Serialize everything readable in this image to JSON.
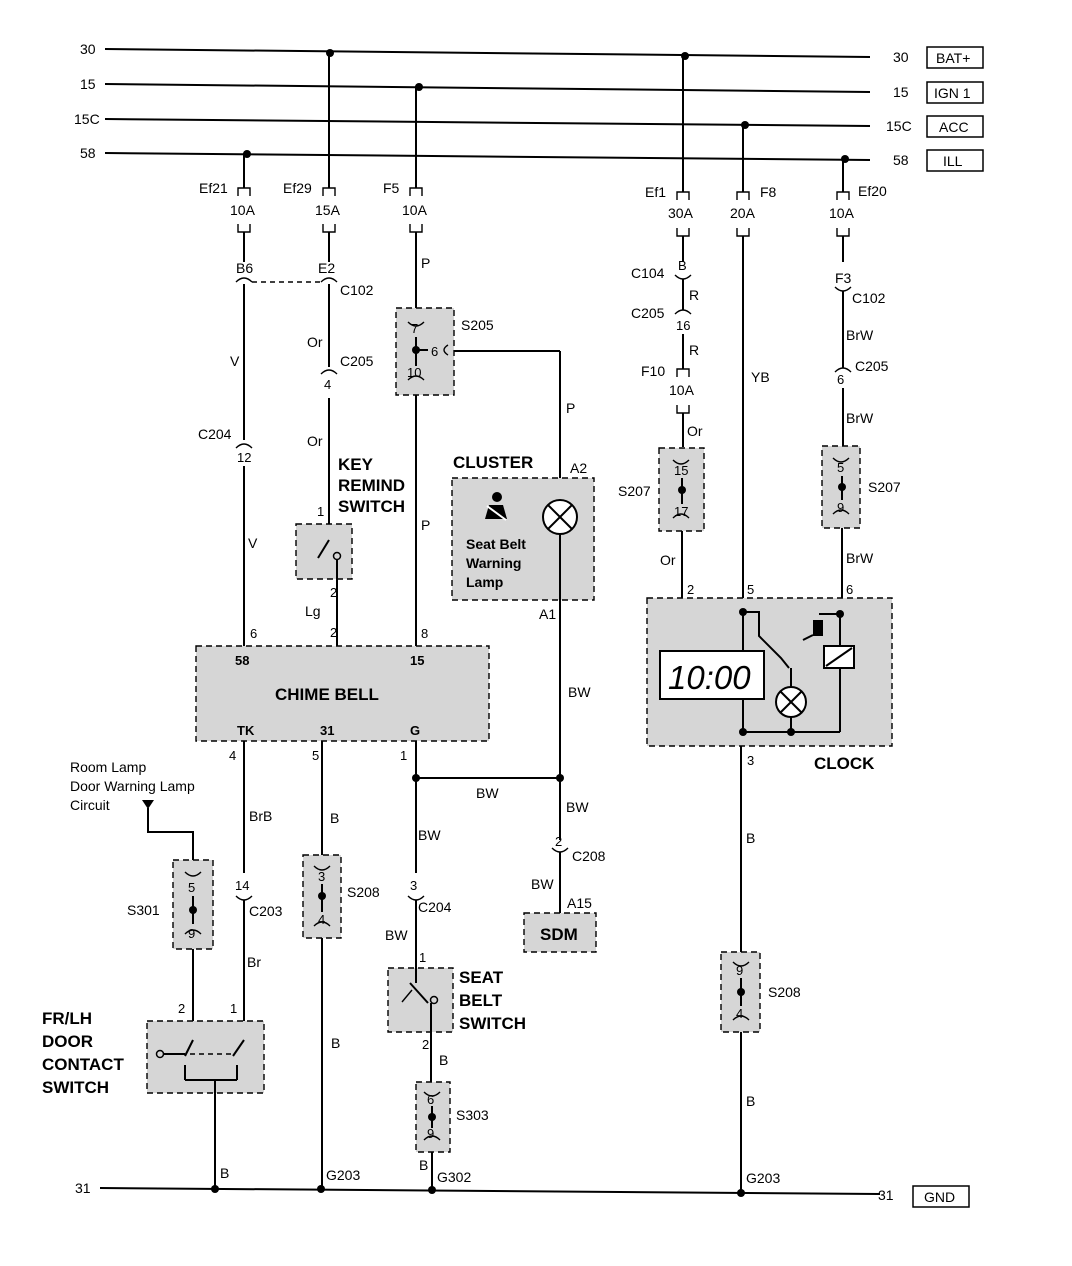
{
  "rails": [
    {
      "id": "30",
      "left": "30",
      "right": "30",
      "tag": "BAT+"
    },
    {
      "id": "15",
      "left": "15",
      "right": "15",
      "tag": "IGN 1"
    },
    {
      "id": "15C",
      "left": "15C",
      "right": "15C",
      "tag": "ACC"
    },
    {
      "id": "58",
      "left": "58",
      "right": "58",
      "tag": "ILL"
    }
  ],
  "ground": {
    "left": "31",
    "right": "31",
    "tag": "GND"
  },
  "fuses": [
    {
      "name": "Ef21",
      "rating": "10A"
    },
    {
      "name": "Ef29",
      "rating": "15A"
    },
    {
      "name": "F5",
      "rating": "10A"
    },
    {
      "name": "Ef1",
      "rating": "30A"
    },
    {
      "name": "F8",
      "rating": "20A"
    },
    {
      "name": "Ef20",
      "rating": "10A"
    },
    {
      "name": "F10",
      "rating": "10A"
    }
  ],
  "components": {
    "chime_bell": {
      "label": "CHIME BELL",
      "pin_58": "58",
      "pin_15": "15",
      "pin_tk": "TK",
      "pin_31": "31",
      "pin_g": "G"
    },
    "cluster": {
      "label": "CLUSTER",
      "lamp": "Seat Belt\nWarning\nLamp",
      "pin_a2": "A2",
      "pin_a1": "A1"
    },
    "key_remind_switch": {
      "label": "KEY\nREMIND\nSWITCH"
    },
    "clock": {
      "label": "CLOCK",
      "display": "10:00"
    },
    "seat_belt_switch": {
      "label": "SEAT\nBELT\nSWITCH"
    },
    "door_switch": {
      "label": "FR/LH\nDOOR\nCONTACT\nSWITCH"
    },
    "sdm": {
      "label": "SDM",
      "pin": "A15"
    },
    "room_lamp_note": {
      "label": "Room Lamp\nDoor Warning Lamp\nCircuit"
    }
  },
  "splices": {
    "S205": {
      "label": "S205",
      "pins": [
        "7",
        "6",
        "10"
      ]
    },
    "S207a": {
      "label": "S207",
      "pins": [
        "15",
        "17"
      ]
    },
    "S207b": {
      "label": "S207",
      "pins": [
        "5",
        "9"
      ]
    },
    "S208a": {
      "label": "S208",
      "pins": [
        "3",
        "4"
      ]
    },
    "S208b": {
      "label": "S208",
      "pins": [
        "9",
        "4"
      ]
    },
    "S301": {
      "label": "S301",
      "pins": [
        "5",
        "9"
      ]
    },
    "S303": {
      "label": "S303",
      "pins": [
        "6",
        "9"
      ]
    }
  },
  "connectors": {
    "B6": "B6",
    "E2": "E2",
    "C102a": "C102",
    "C205a": "C205",
    "C205a_pin": "4",
    "C204a": "C204",
    "C204a_pin": "12",
    "C104": "C104",
    "C104_pin": "B",
    "C205b": "C205",
    "C205b_pin": "16",
    "F3": "F3",
    "C102b": "C102",
    "C205c": "C205",
    "C205c_pin": "6",
    "C208": "C208",
    "C208_pin": "2",
    "C203": "C203",
    "C203_pin": "14",
    "C204b": "C204",
    "C204b_pin": "3"
  },
  "wire_colors": [
    "V",
    "Or",
    "P",
    "R",
    "YB",
    "BrW",
    "Lg",
    "BW",
    "BrB",
    "Br",
    "B"
  ],
  "pins": {
    "1": "1",
    "2": "2",
    "3": "3",
    "4": "4",
    "5": "5",
    "6": "6",
    "8": "8"
  },
  "grounds": {
    "G203a": "G203",
    "G302": "G302",
    "G203b": "G203"
  }
}
